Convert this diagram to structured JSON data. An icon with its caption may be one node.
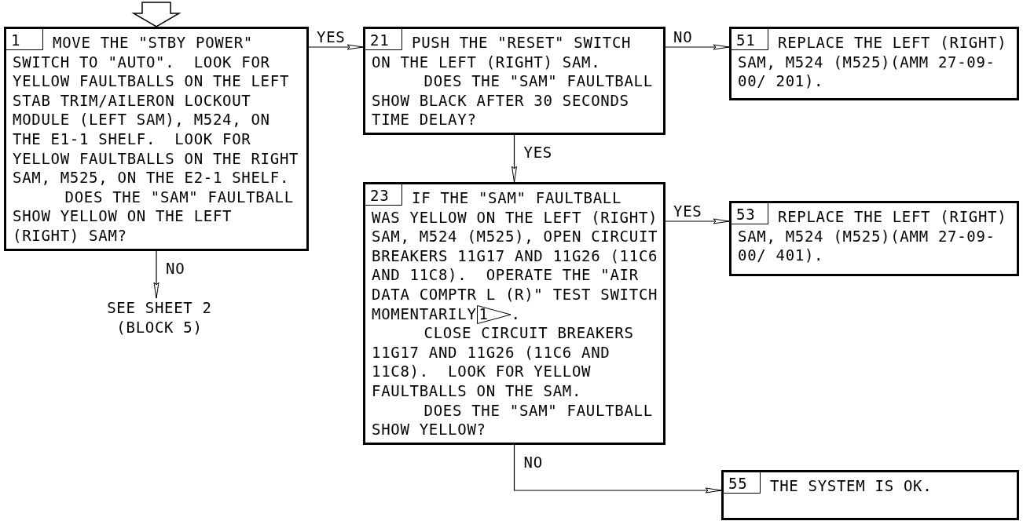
{
  "diagram": {
    "nodes": [
      {
        "text": [
          "1",
          "MOVE THE \"STBY POWER\" SWITCH TO \"AUTO\".  LOOK FOR YELLOW FAULTBALLS ON THE LEFT STAB TRIM/AILERON LOCKOUT MODULE (LEFT SAM), M524, ON THE E1-1 SHELF.  LOOK FOR YELLOW FAULTBALLS ON THE RIGHT SAM, M525, ON THE E2-1 SHELF.",
          "DOES THE \"SAM\" FAULTBALL SHOW YELLOW ON THE LEFT (RIGHT) SAM?"
        ]
      },
      {
        "text": [
          "21",
          "PUSH THE \"RESET\" SWITCH ON THE LEFT (RIGHT) SAM.",
          "DOES THE \"SAM\" FAULTBALL SHOW BLACK AFTER 30 SECONDS TIME DELAY?"
        ]
      },
      {
        "text": [
          "51",
          "REPLACE THE LEFT (RIGHT) SAM, M524 (M525)(AMM 27-09-00/ 201)."
        ]
      },
      {
        "text": [
          "23",
          "IF THE \"SAM\" FAULTBALL WAS YELLOW ON THE LEFT (RIGHT) SAM, M524 (M525), OPEN CIRCUIT BREAKERS 11G17 AND 11G26 (11C6 AND 11C8).  OPERATE THE \"AIR DATA COMPTR L (R)\" TEST SWITCH MOMENTARILY",
          "1",
          ".",
          "CLOSE CIRCUIT BREAKERS 11G17 AND 11G26 (11C6 AND 11C8).  LOOK FOR YELLOW FAULTBALLS ON THE SAM.",
          "DOES THE \"SAM\" FAULTBALL SHOW YELLOW?"
        ]
      },
      {
        "text": [
          "53",
          "REPLACE THE LEFT (RIGHT) SAM, M524 (M525)(AMM 27-09-00/ 401)."
        ]
      },
      {
        "text": [
          "SEE SHEET 2 (BLOCK 5)"
        ]
      },
      {
        "text": [
          "55",
          "THE SYSTEM IS OK."
        ]
      }
    ],
    "edges": [
      {
        "from": null,
        "to": 0,
        "arrow": "to",
        "style": "thick"
      },
      {
        "from": 0,
        "to": 1,
        "arrow": "to",
        "label": "YES"
      },
      {
        "from": 1,
        "to": 2,
        "arrow": "to",
        "label": "NO"
      },
      {
        "from": 1,
        "to": 3,
        "arrow": "to",
        "label": "YES"
      },
      {
        "from": 3,
        "to": 4,
        "arrow": "to",
        "label": "YES"
      },
      {
        "from": 0,
        "to": 5,
        "arrow": "to",
        "label": "NO"
      },
      {
        "from": 3,
        "to": 6,
        "arrow": "to",
        "label": "NO"
      }
    ]
  }
}
